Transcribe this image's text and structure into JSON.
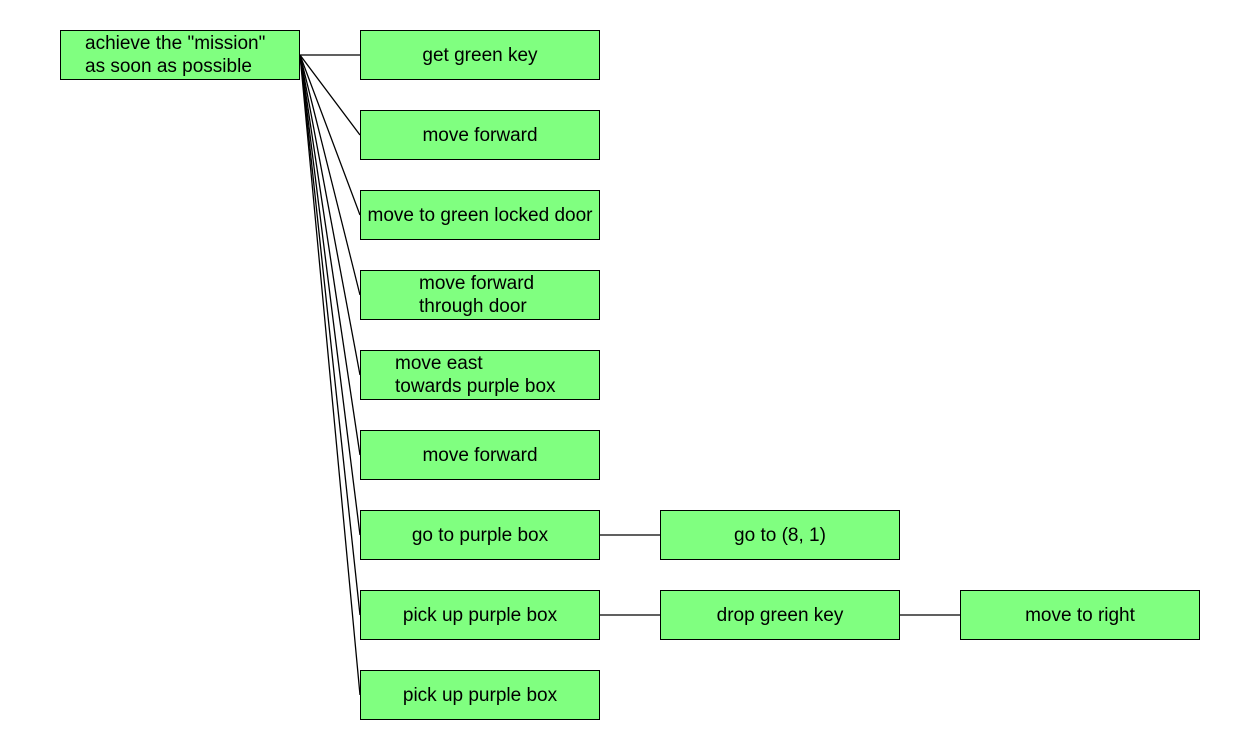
{
  "diagram": {
    "colors": {
      "node_fill": "#80ff80",
      "node_border": "#000000",
      "edge": "#000000",
      "background": "#ffffff"
    },
    "nodes": [
      {
        "id": "root",
        "label": "achieve the \"mission\"\nas soon as possible"
      },
      {
        "id": "n1",
        "label": "get green key"
      },
      {
        "id": "n2",
        "label": "move forward"
      },
      {
        "id": "n3",
        "label": "move to green locked door"
      },
      {
        "id": "n4",
        "label": "move forward\nthrough door"
      },
      {
        "id": "n5",
        "label": "move east\ntowards purple box"
      },
      {
        "id": "n6",
        "label": "move forward"
      },
      {
        "id": "n7",
        "label": "go to purple box"
      },
      {
        "id": "n8",
        "label": "pick up purple box"
      },
      {
        "id": "n9",
        "label": "pick up purple box"
      },
      {
        "id": "n7a",
        "label": "go to (8, 1)"
      },
      {
        "id": "n8a",
        "label": "drop green key"
      },
      {
        "id": "n8b",
        "label": "move to right"
      }
    ],
    "edges": [
      [
        "root",
        "n1"
      ],
      [
        "root",
        "n2"
      ],
      [
        "root",
        "n3"
      ],
      [
        "root",
        "n4"
      ],
      [
        "root",
        "n5"
      ],
      [
        "root",
        "n6"
      ],
      [
        "root",
        "n7"
      ],
      [
        "root",
        "n8"
      ],
      [
        "root",
        "n9"
      ],
      [
        "n7",
        "n7a"
      ],
      [
        "n8",
        "n8a"
      ],
      [
        "n8a",
        "n8b"
      ]
    ]
  }
}
